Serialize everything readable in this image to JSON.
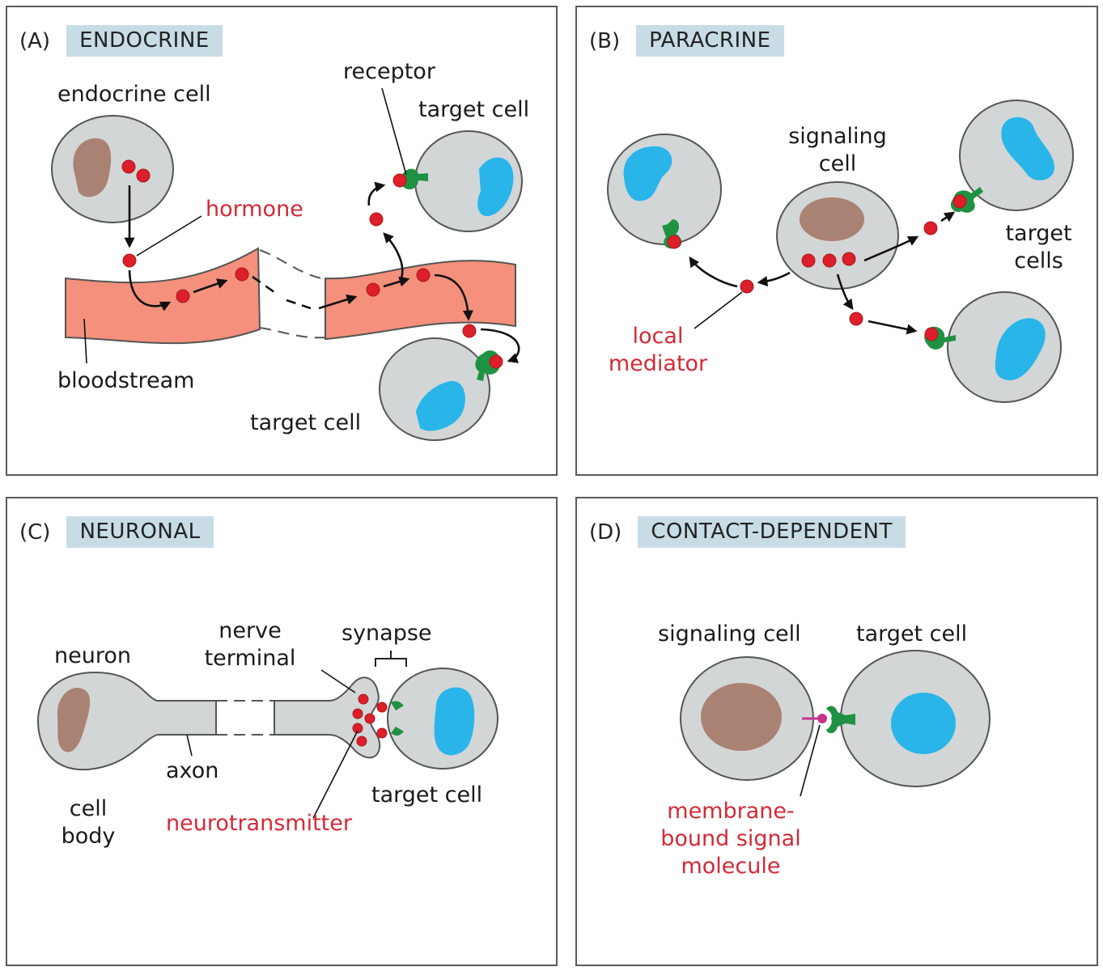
{
  "panels": {
    "a": {
      "letter": "(A)",
      "title": "ENDOCRINE",
      "labels": {
        "endocrine_cell": "endocrine cell",
        "hormone": "hormone",
        "receptor": "receptor",
        "target_cell_top": "target cell",
        "bloodstream": "bloodstream",
        "target_cell_bottom": "target cell"
      }
    },
    "b": {
      "letter": "(B)",
      "title": "PARACRINE",
      "labels": {
        "signaling_cell": "signaling\ncell",
        "target_cells": "target\ncells",
        "local_mediator": "local\nmediator"
      }
    },
    "c": {
      "letter": "(C)",
      "title": "NEURONAL",
      "labels": {
        "nerve_terminal": "nerve\nterminal",
        "synapse": "synapse",
        "neuron": "neuron",
        "axon": "axon",
        "cell_body": "cell\nbody",
        "neurotransmitter": "neurotransmitter",
        "target_cell": "target cell"
      }
    },
    "d": {
      "letter": "(D)",
      "title": "CONTACT-DEPENDENT",
      "labels": {
        "signaling_cell": "signaling cell",
        "target_cell": "target cell",
        "membrane_bound": "membrane-\nbound signal\nmolecule"
      }
    }
  },
  "colors": {
    "title_tag": "#c8dce6",
    "cell": "#d3d6d6",
    "nucleus_brown": "#a98274",
    "nucleus_blue": "#29b5ea",
    "signal_dot": "#dc1f2a",
    "receptor": "#1f9143",
    "bloodstream": "#f4907c",
    "red_label": "#d42a37",
    "membrane_signal": "#c8308c"
  }
}
